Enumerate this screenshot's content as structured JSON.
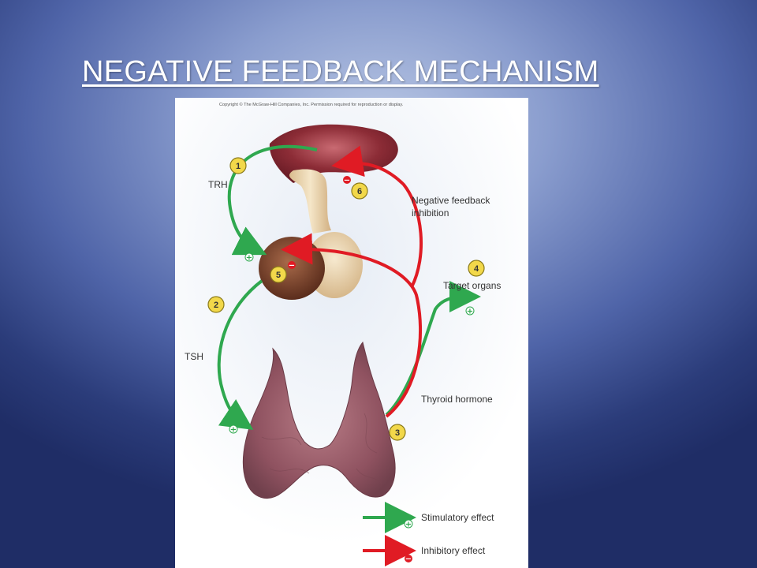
{
  "slide": {
    "title": "NEGATIVE FEEDBACK MECHANISM"
  },
  "figure": {
    "copyright": "Copyright © The McGraw-Hill Companies, Inc. Permission required for reproduction or display.",
    "labels": {
      "trh": "TRH",
      "tsh": "TSH",
      "neg_feedback_line1": "Negative feedback",
      "neg_feedback_line2": "inhibition",
      "target_organs": "Target organs",
      "thyroid_hormone": "Thyroid hormone"
    },
    "steps": [
      "1",
      "2",
      "3",
      "4",
      "5",
      "6"
    ],
    "legend": {
      "stimulatory": "Stimulatory effect",
      "inhibitory": "Inhibitory effect"
    },
    "signs": {
      "plus": "+",
      "minus": "−"
    },
    "colors": {
      "stimulatory_green": "#2fa84f",
      "inhibitory_red": "#e01b24",
      "step_circle": "#f2d84a"
    }
  }
}
